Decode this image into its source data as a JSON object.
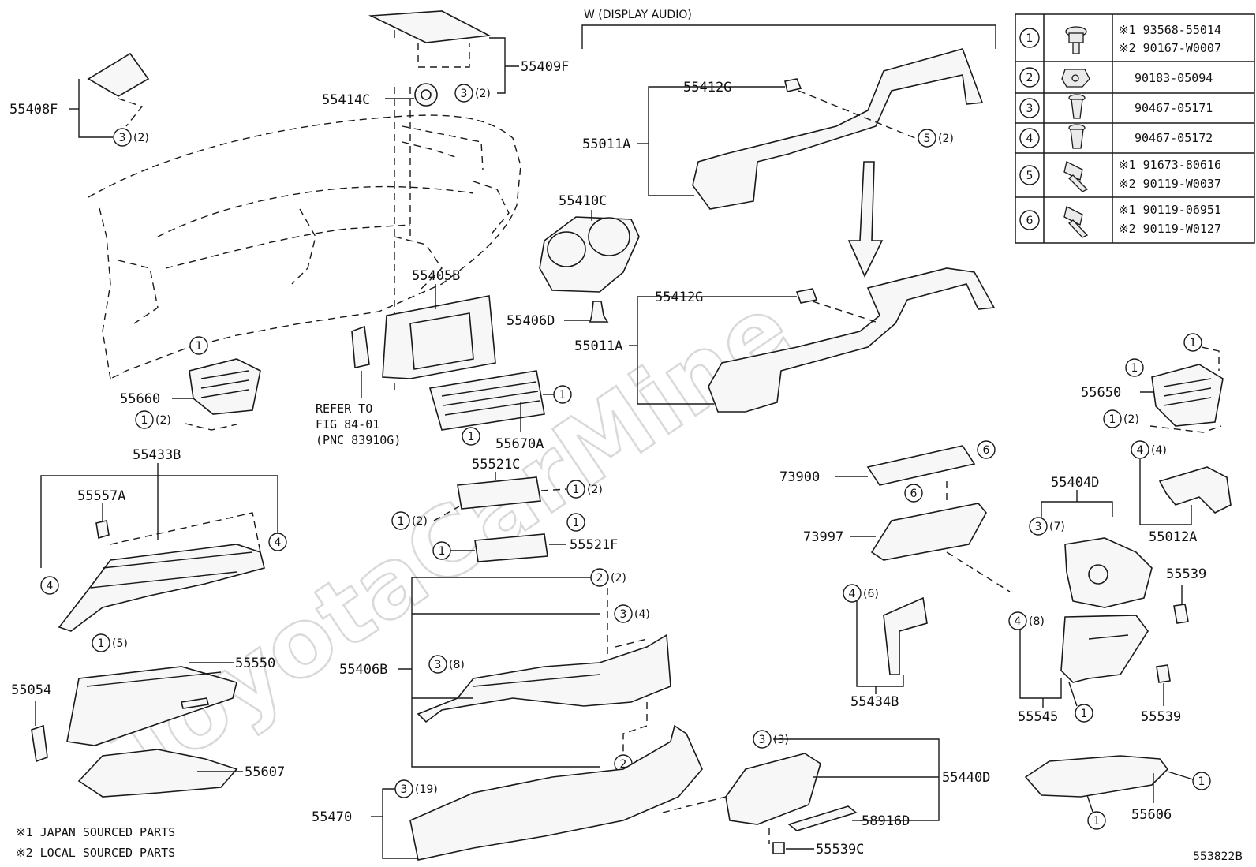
{
  "watermark": "ToyotaCarMine",
  "header_label": "W (DISPLAY AUDIO)",
  "callout_nums": [
    "1",
    "2",
    "3",
    "4",
    "5",
    "6"
  ],
  "parts": {
    "p55408F": "55408F",
    "p55409F": "55409F",
    "p55414C": "55414C",
    "p55412G_top": "55412G",
    "p55011A_top": "55011A",
    "p55410C": "55410C",
    "p55405B": "55405B",
    "p55406D": "55406D",
    "p55412G_bot": "55412G",
    "p55011A_bot": "55011A",
    "p55660": "55660",
    "p55670A": "55670A",
    "p55650": "55650",
    "p55433B": "55433B",
    "p55557A": "55557A",
    "p55521C": "55521C",
    "p55521F": "55521F",
    "p73900": "73900",
    "p73997": "73997",
    "p55404D": "55404D",
    "p55012A": "55012A",
    "p55539_a": "55539",
    "p55539_b": "55539",
    "p55545": "55545",
    "p55434B": "55434B",
    "p55406B": "55406B",
    "p55550": "55550",
    "p55054": "55054",
    "p55607": "55607",
    "p55470": "55470",
    "p55440D": "55440D",
    "p58916D": "58916D",
    "p55539C": "55539C",
    "p55606": "55606"
  },
  "quantities": {
    "q2": "(2)",
    "q3": "(3)",
    "q4": "(4)",
    "q5": "(5)",
    "q6": "(6)",
    "q7": "(7)",
    "q8": "(8)",
    "q19": "(19)"
  },
  "refer_note": [
    "REFER TO",
    "FIG 84-01",
    "(PNC 83910G)"
  ],
  "fastener_table": [
    {
      "num": "1",
      "icon": "bolt-washer-icon",
      "lines": [
        "※1 93568-55014",
        "※2 90167-W0007"
      ]
    },
    {
      "num": "2",
      "icon": "clip-nut-icon",
      "lines": [
        "90183-05094"
      ]
    },
    {
      "num": "3",
      "icon": "push-clip-icon",
      "lines": [
        "90467-05171"
      ]
    },
    {
      "num": "4",
      "icon": "push-clip-icon",
      "lines": [
        "90467-05172"
      ]
    },
    {
      "num": "5",
      "icon": "flange-screw-icon",
      "lines": [
        "※1 91673-80616",
        "※2 90119-W0037"
      ]
    },
    {
      "num": "6",
      "icon": "flange-screw-icon",
      "lines": [
        "※1 90119-06951",
        "※2 90119-W0127"
      ]
    }
  ],
  "legend": [
    "※1 JAPAN SOURCED PARTS",
    "※2 LOCAL SOURCED PARTS"
  ],
  "diagram_code": "553822B"
}
